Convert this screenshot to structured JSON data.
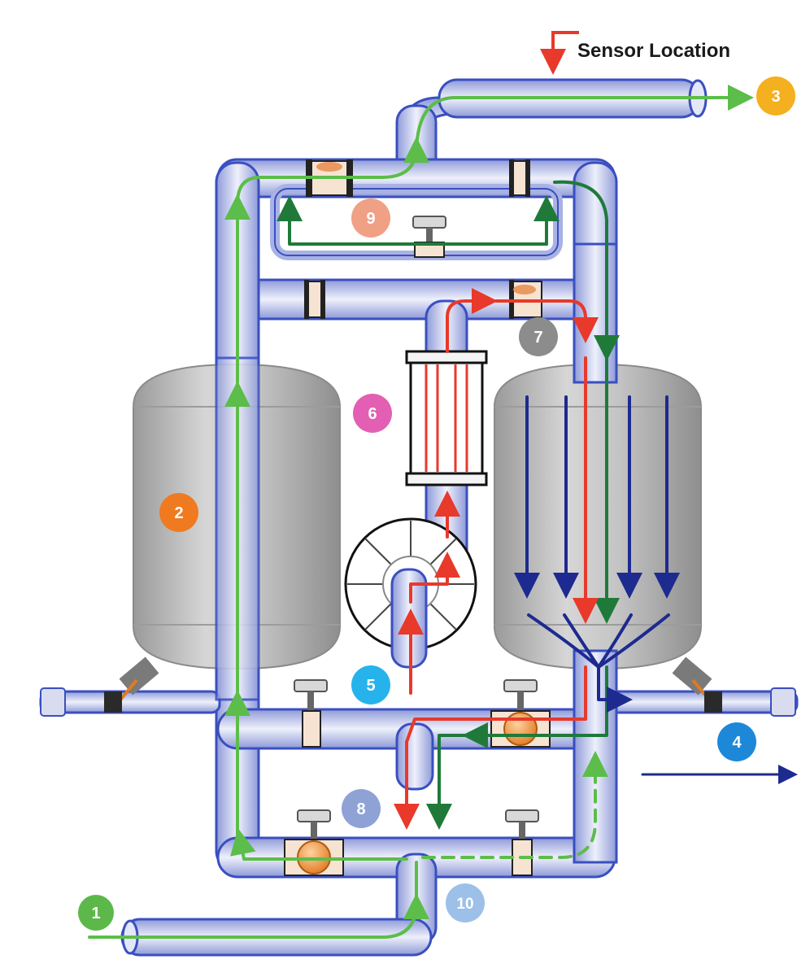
{
  "legend": {
    "label": "Sensor Location",
    "color": "#e8392b"
  },
  "colors": {
    "green_flow": "#5cbd4a",
    "dark_green_flow": "#1f7a3a",
    "red_flow": "#e8392b",
    "navy_flow": "#1d2a8f",
    "pipe_outline": "#3a4fc0",
    "pipe_fill": "#c9d0ee",
    "vessel": "#b8b8b8"
  },
  "badges": [
    {
      "number": "1",
      "color": "#5cb84a"
    },
    {
      "number": "2",
      "color": "#f07a20"
    },
    {
      "number": "3",
      "color": "#f5b020"
    },
    {
      "number": "4",
      "color": "#1e88d8"
    },
    {
      "number": "5",
      "color": "#26b3ec"
    },
    {
      "number": "6",
      "color": "#e35fb3"
    },
    {
      "number": "7",
      "color": "#8c8c8c"
    },
    {
      "number": "8",
      "color": "#8ea2d6"
    },
    {
      "number": "9",
      "color": "#f0a085"
    },
    {
      "number": "10",
      "color": "#9cc0e8"
    }
  ]
}
